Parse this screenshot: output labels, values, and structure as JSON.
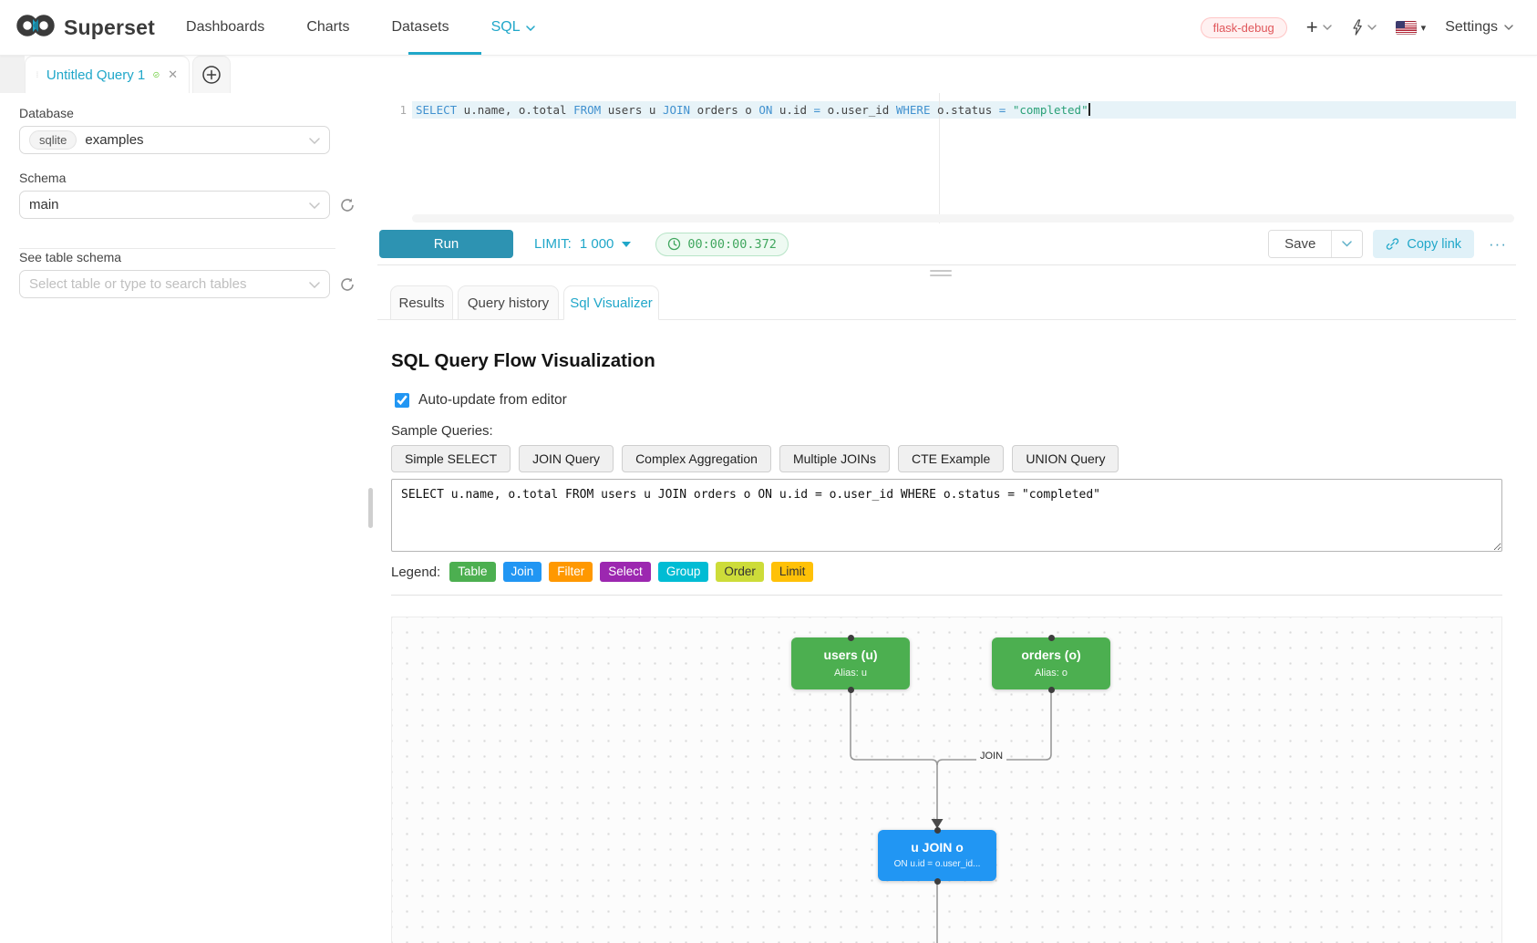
{
  "nav": {
    "brand": "Superset",
    "items": [
      {
        "label": "Dashboards"
      },
      {
        "label": "Charts"
      },
      {
        "label": "Datasets"
      },
      {
        "label": "SQL"
      }
    ],
    "environment_tag": "flask-debug",
    "settings": "Settings"
  },
  "tabs": {
    "query_tab": "Untitled Query 1"
  },
  "sidebar": {
    "database_label": "Database",
    "database_engine": "sqlite",
    "database_value": "examples",
    "schema_label": "Schema",
    "schema_value": "main",
    "table_label": "See table schema",
    "table_placeholder": "Select table or type to search tables"
  },
  "editor": {
    "line_number": "1",
    "tokens": [
      {
        "c": "kw",
        "v": "SELECT"
      },
      {
        "c": "",
        "v": " u.name, o.total "
      },
      {
        "c": "kw",
        "v": "FROM"
      },
      {
        "c": "",
        "v": " users u "
      },
      {
        "c": "kw",
        "v": "JOIN"
      },
      {
        "c": "",
        "v": " orders o "
      },
      {
        "c": "kw",
        "v": "ON"
      },
      {
        "c": "",
        "v": " u.id "
      },
      {
        "c": "op",
        "v": "="
      },
      {
        "c": "",
        "v": " o.user_id "
      },
      {
        "c": "kw",
        "v": "WHERE"
      },
      {
        "c": "",
        "v": " o.status "
      },
      {
        "c": "op",
        "v": "="
      },
      {
        "c": "",
        "v": " "
      },
      {
        "c": "str",
        "v": "\"completed\""
      }
    ],
    "run": "Run",
    "limit_label": "LIMIT:",
    "limit_value": "1 000",
    "elapsed": "00:00:00.372",
    "save": "Save",
    "copy_link": "Copy link",
    "more": "···"
  },
  "result_tabs": [
    {
      "label": "Results"
    },
    {
      "label": "Query history"
    },
    {
      "label": "Sql Visualizer"
    }
  ],
  "visualizer": {
    "title": "SQL Query Flow Visualization",
    "auto_update": "Auto-update from editor",
    "auto_update_checked": true,
    "sample_label": "Sample Queries:",
    "samples": [
      "Simple SELECT",
      "JOIN Query",
      "Complex Aggregation",
      "Multiple JOINs",
      "CTE Example",
      "UNION Query"
    ],
    "query": "SELECT u.name, o.total FROM users u JOIN orders o ON u.id = o.user_id WHERE o.status = \"completed\"",
    "legend_label": "Legend:",
    "legend": [
      {
        "label": "Table",
        "bg": "#4CAF50",
        "fg": "#ffffff"
      },
      {
        "label": "Join",
        "bg": "#2196F3",
        "fg": "#ffffff"
      },
      {
        "label": "Filter",
        "bg": "#FF9800",
        "fg": "#ffffff"
      },
      {
        "label": "Select",
        "bg": "#9C27B0",
        "fg": "#ffffff"
      },
      {
        "label": "Group",
        "bg": "#00BCD4",
        "fg": "#ffffff"
      },
      {
        "label": "Order",
        "bg": "#CDDC39",
        "fg": "#333333"
      },
      {
        "label": "Limit",
        "bg": "#FFC107",
        "fg": "#333333"
      }
    ],
    "flow": {
      "nodes": [
        {
          "title": "users (u)",
          "subtitle": "Alias: u",
          "bg": "#4CAF50"
        },
        {
          "title": "orders (o)",
          "subtitle": "Alias: o",
          "bg": "#4CAF50"
        },
        {
          "title": "u JOIN o",
          "subtitle": "ON u.id = o.user_id...",
          "bg": "#2196F3"
        }
      ],
      "edge_label": "JOIN"
    }
  },
  "colors": {
    "primary": "#20a7c9",
    "run_button": "#2d93b2",
    "sql_keyword": "#4191cf",
    "sql_string": "#2aa178",
    "timer_text": "#41a75f",
    "env_tag_text": "#e0575b"
  }
}
